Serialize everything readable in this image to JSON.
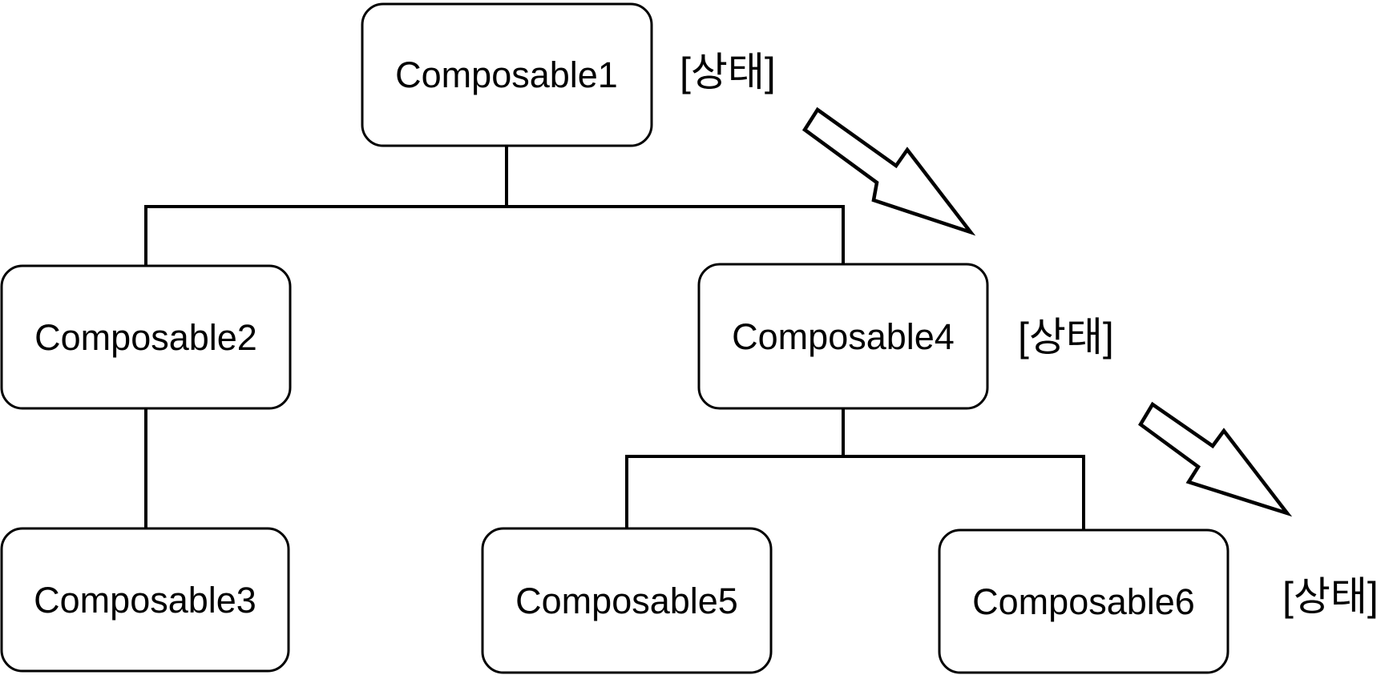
{
  "diagram": {
    "type": "tree",
    "background_color": "#ffffff",
    "stroke_color": "#000000",
    "nodes": [
      {
        "id": "composable1",
        "label": "Composable1"
      },
      {
        "id": "composable2",
        "label": "Composable2"
      },
      {
        "id": "composable3",
        "label": "Composable3"
      },
      {
        "id": "composable4",
        "label": "Composable4"
      },
      {
        "id": "composable5",
        "label": "Composable5"
      },
      {
        "id": "composable6",
        "label": "Composable6"
      }
    ],
    "edges": [
      {
        "from": "composable1",
        "to": "composable2"
      },
      {
        "from": "composable1",
        "to": "composable4"
      },
      {
        "from": "composable2",
        "to": "composable3"
      },
      {
        "from": "composable4",
        "to": "composable5"
      },
      {
        "from": "composable4",
        "to": "composable6"
      }
    ],
    "state_labels": [
      {
        "text": "[상태]",
        "attached_to": "composable1"
      },
      {
        "text": "[상태]",
        "attached_to": "composable4"
      },
      {
        "text": "[상태]",
        "attached_to": "composable6"
      }
    ],
    "arrows": [
      {
        "name": "state-flow-arrow-1",
        "direction": "down-right",
        "from": "composable1",
        "to": "composable4"
      },
      {
        "name": "state-flow-arrow-2",
        "direction": "down-right",
        "from": "composable4",
        "to": "composable6"
      }
    ]
  }
}
